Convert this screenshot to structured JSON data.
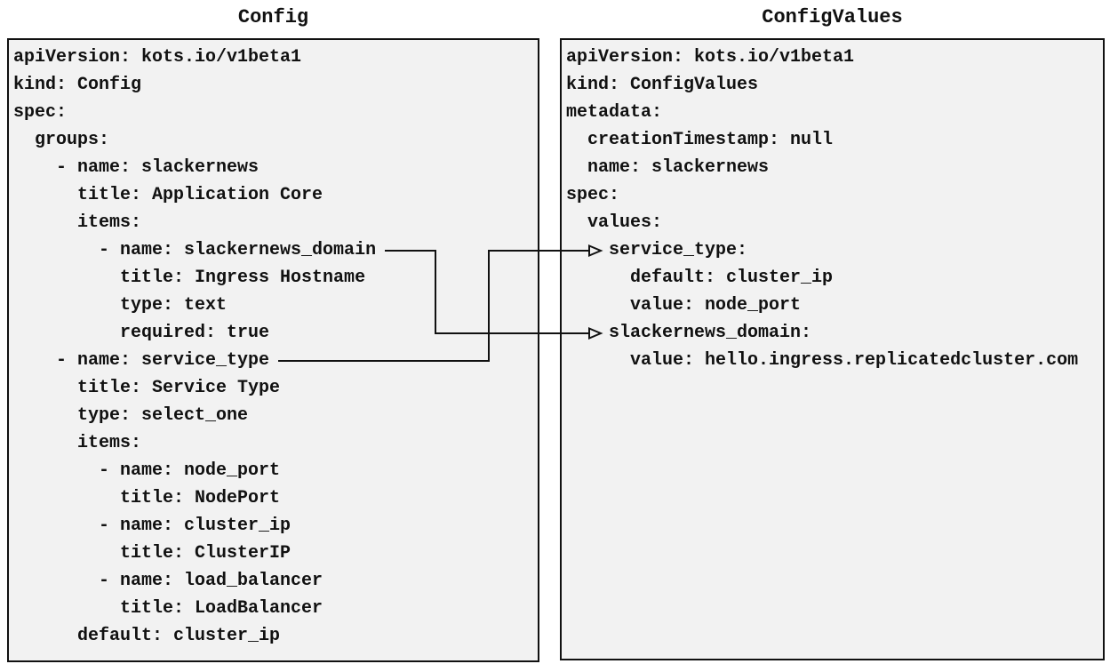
{
  "panels": [
    {
      "title": "Config",
      "yaml": "apiVersion: kots.io/v1beta1\nkind: Config\nspec:\n  groups:\n    - name: slackernews\n      title: Application Core\n      items:\n        - name: slackernews_domain\n          title: Ingress Hostname\n          type: text\n          required: true\n    - name: service_type\n      title: Service Type\n      type: select_one\n      items:\n        - name: node_port\n          title: NodePort\n        - name: cluster_ip\n          title: ClusterIP\n        - name: load_balancer\n          title: LoadBalancer\n      default: cluster_ip"
    },
    {
      "title": "ConfigValues",
      "yaml": "apiVersion: kots.io/v1beta1\nkind: ConfigValues\nmetadata:\n  creationTimestamp: null\n  name: slackernews\nspec:\n  values:\n    service_type:\n      default: cluster_ip\n      value: node_port\n    slackernews_domain:\n      value: hello.ingress.replicatedcluster.com"
    }
  ],
  "connections": [
    {
      "from_field": "slackernews_domain",
      "to_field": "slackernews_domain"
    },
    {
      "from_field": "service_type",
      "to_field": "service_type"
    }
  ],
  "colors": {
    "page_background": "#ffffff",
    "panel_background": "#f2f2f2",
    "panel_border": "#111111",
    "text": "#111111",
    "connector": "#111111"
  }
}
